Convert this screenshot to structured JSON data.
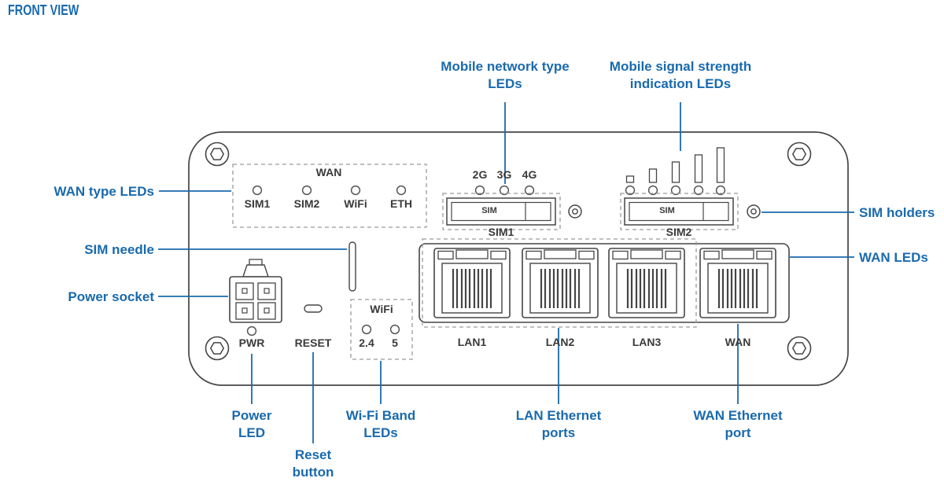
{
  "title": "FRONT VIEW",
  "colors": {
    "accent": "#1a6aad",
    "outline": "#454545"
  },
  "device": {
    "wan_group": {
      "title": "WAN",
      "leds": [
        "SIM1",
        "SIM2",
        "WiFi",
        "ETH"
      ]
    },
    "network_type_leds": [
      "2G",
      "3G",
      "4G"
    ],
    "sim_slots": [
      {
        "slot_text": "SIM",
        "caption": "SIM1"
      },
      {
        "slot_text": "SIM",
        "caption": "SIM2"
      }
    ],
    "ports": [
      "LAN1",
      "LAN2",
      "LAN3",
      "WAN"
    ],
    "power_led": "PWR",
    "reset": "RESET",
    "wifi_group": {
      "title": "WiFi",
      "leds": [
        "2.4",
        "5"
      ]
    }
  },
  "callouts": {
    "wan_type_leds": "WAN type LEDs",
    "sim_needle": "SIM needle",
    "power_socket": "Power socket",
    "sim_holders": "SIM holders",
    "wan_leds": "WAN LEDs",
    "mobile_network_type_leds": "Mobile network type LEDs",
    "mobile_signal_strength_leds": "Mobile signal strength indication LEDs",
    "power_led": "Power LED",
    "reset_button": "Reset button",
    "wifi_band_leds": "Wi-Fi Band LEDs",
    "lan_ethernet_ports": "LAN Ethernet ports",
    "wan_ethernet_port": "WAN Ethernet port"
  }
}
